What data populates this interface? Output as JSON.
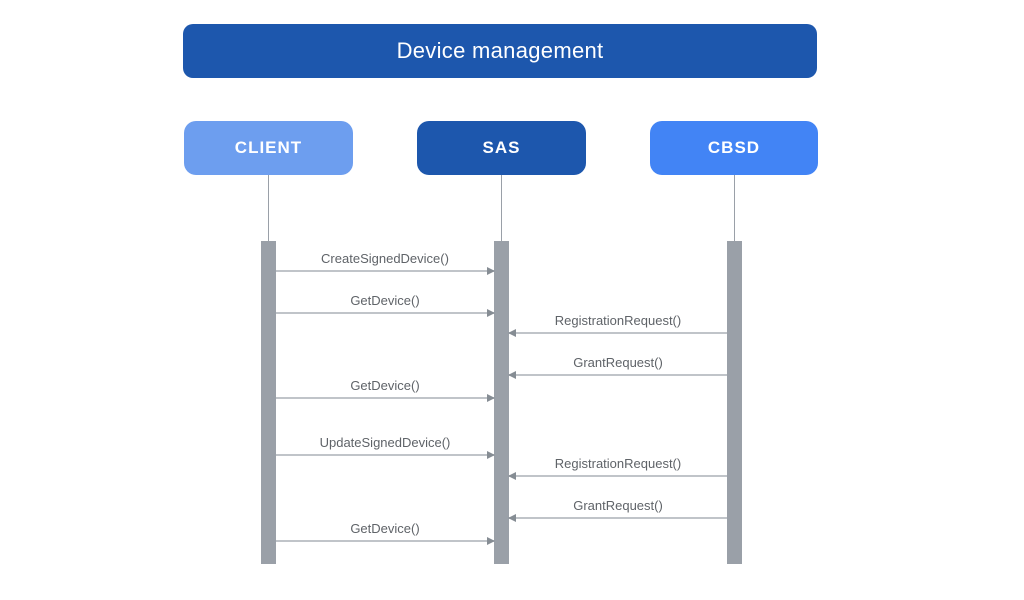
{
  "diagram": {
    "title": "Device management",
    "actors": [
      {
        "id": "client",
        "label": "CLIENT",
        "color": "#6d9eef"
      },
      {
        "id": "sas",
        "label": "SAS",
        "color": "#1d57ad"
      },
      {
        "id": "cbsd",
        "label": "CBSD",
        "color": "#4284f5"
      }
    ],
    "messages": [
      {
        "label": "CreateSignedDevice()",
        "from": "CLIENT",
        "to": "SAS",
        "direction": "right"
      },
      {
        "label": "GetDevice()",
        "from": "CLIENT",
        "to": "SAS",
        "direction": "right"
      },
      {
        "label": "RegistrationRequest()",
        "from": "CBSD",
        "to": "SAS",
        "direction": "left"
      },
      {
        "label": "GrantRequest()",
        "from": "CBSD",
        "to": "SAS",
        "direction": "left"
      },
      {
        "label": "GetDevice()",
        "from": "CLIENT",
        "to": "SAS",
        "direction": "right"
      },
      {
        "label": "UpdateSignedDevice()",
        "from": "CLIENT",
        "to": "SAS",
        "direction": "right"
      },
      {
        "label": "RegistrationRequest()",
        "from": "CBSD",
        "to": "SAS",
        "direction": "left"
      },
      {
        "label": "GrantRequest()",
        "from": "CBSD",
        "to": "SAS",
        "direction": "left"
      },
      {
        "label": "GetDevice()",
        "from": "CLIENT",
        "to": "SAS",
        "direction": "right"
      }
    ],
    "colors": {
      "title_bg": "#1d57ad",
      "client_bg": "#6d9eef",
      "sas_bg": "#1d57ad",
      "cbsd_bg": "#4284f5",
      "activation_bar": "#9aa0a8",
      "arrow_line": "#c0c4c9",
      "arrow_head": "#868d94",
      "message_text": "#5f6368",
      "background": "#ffffff"
    }
  }
}
